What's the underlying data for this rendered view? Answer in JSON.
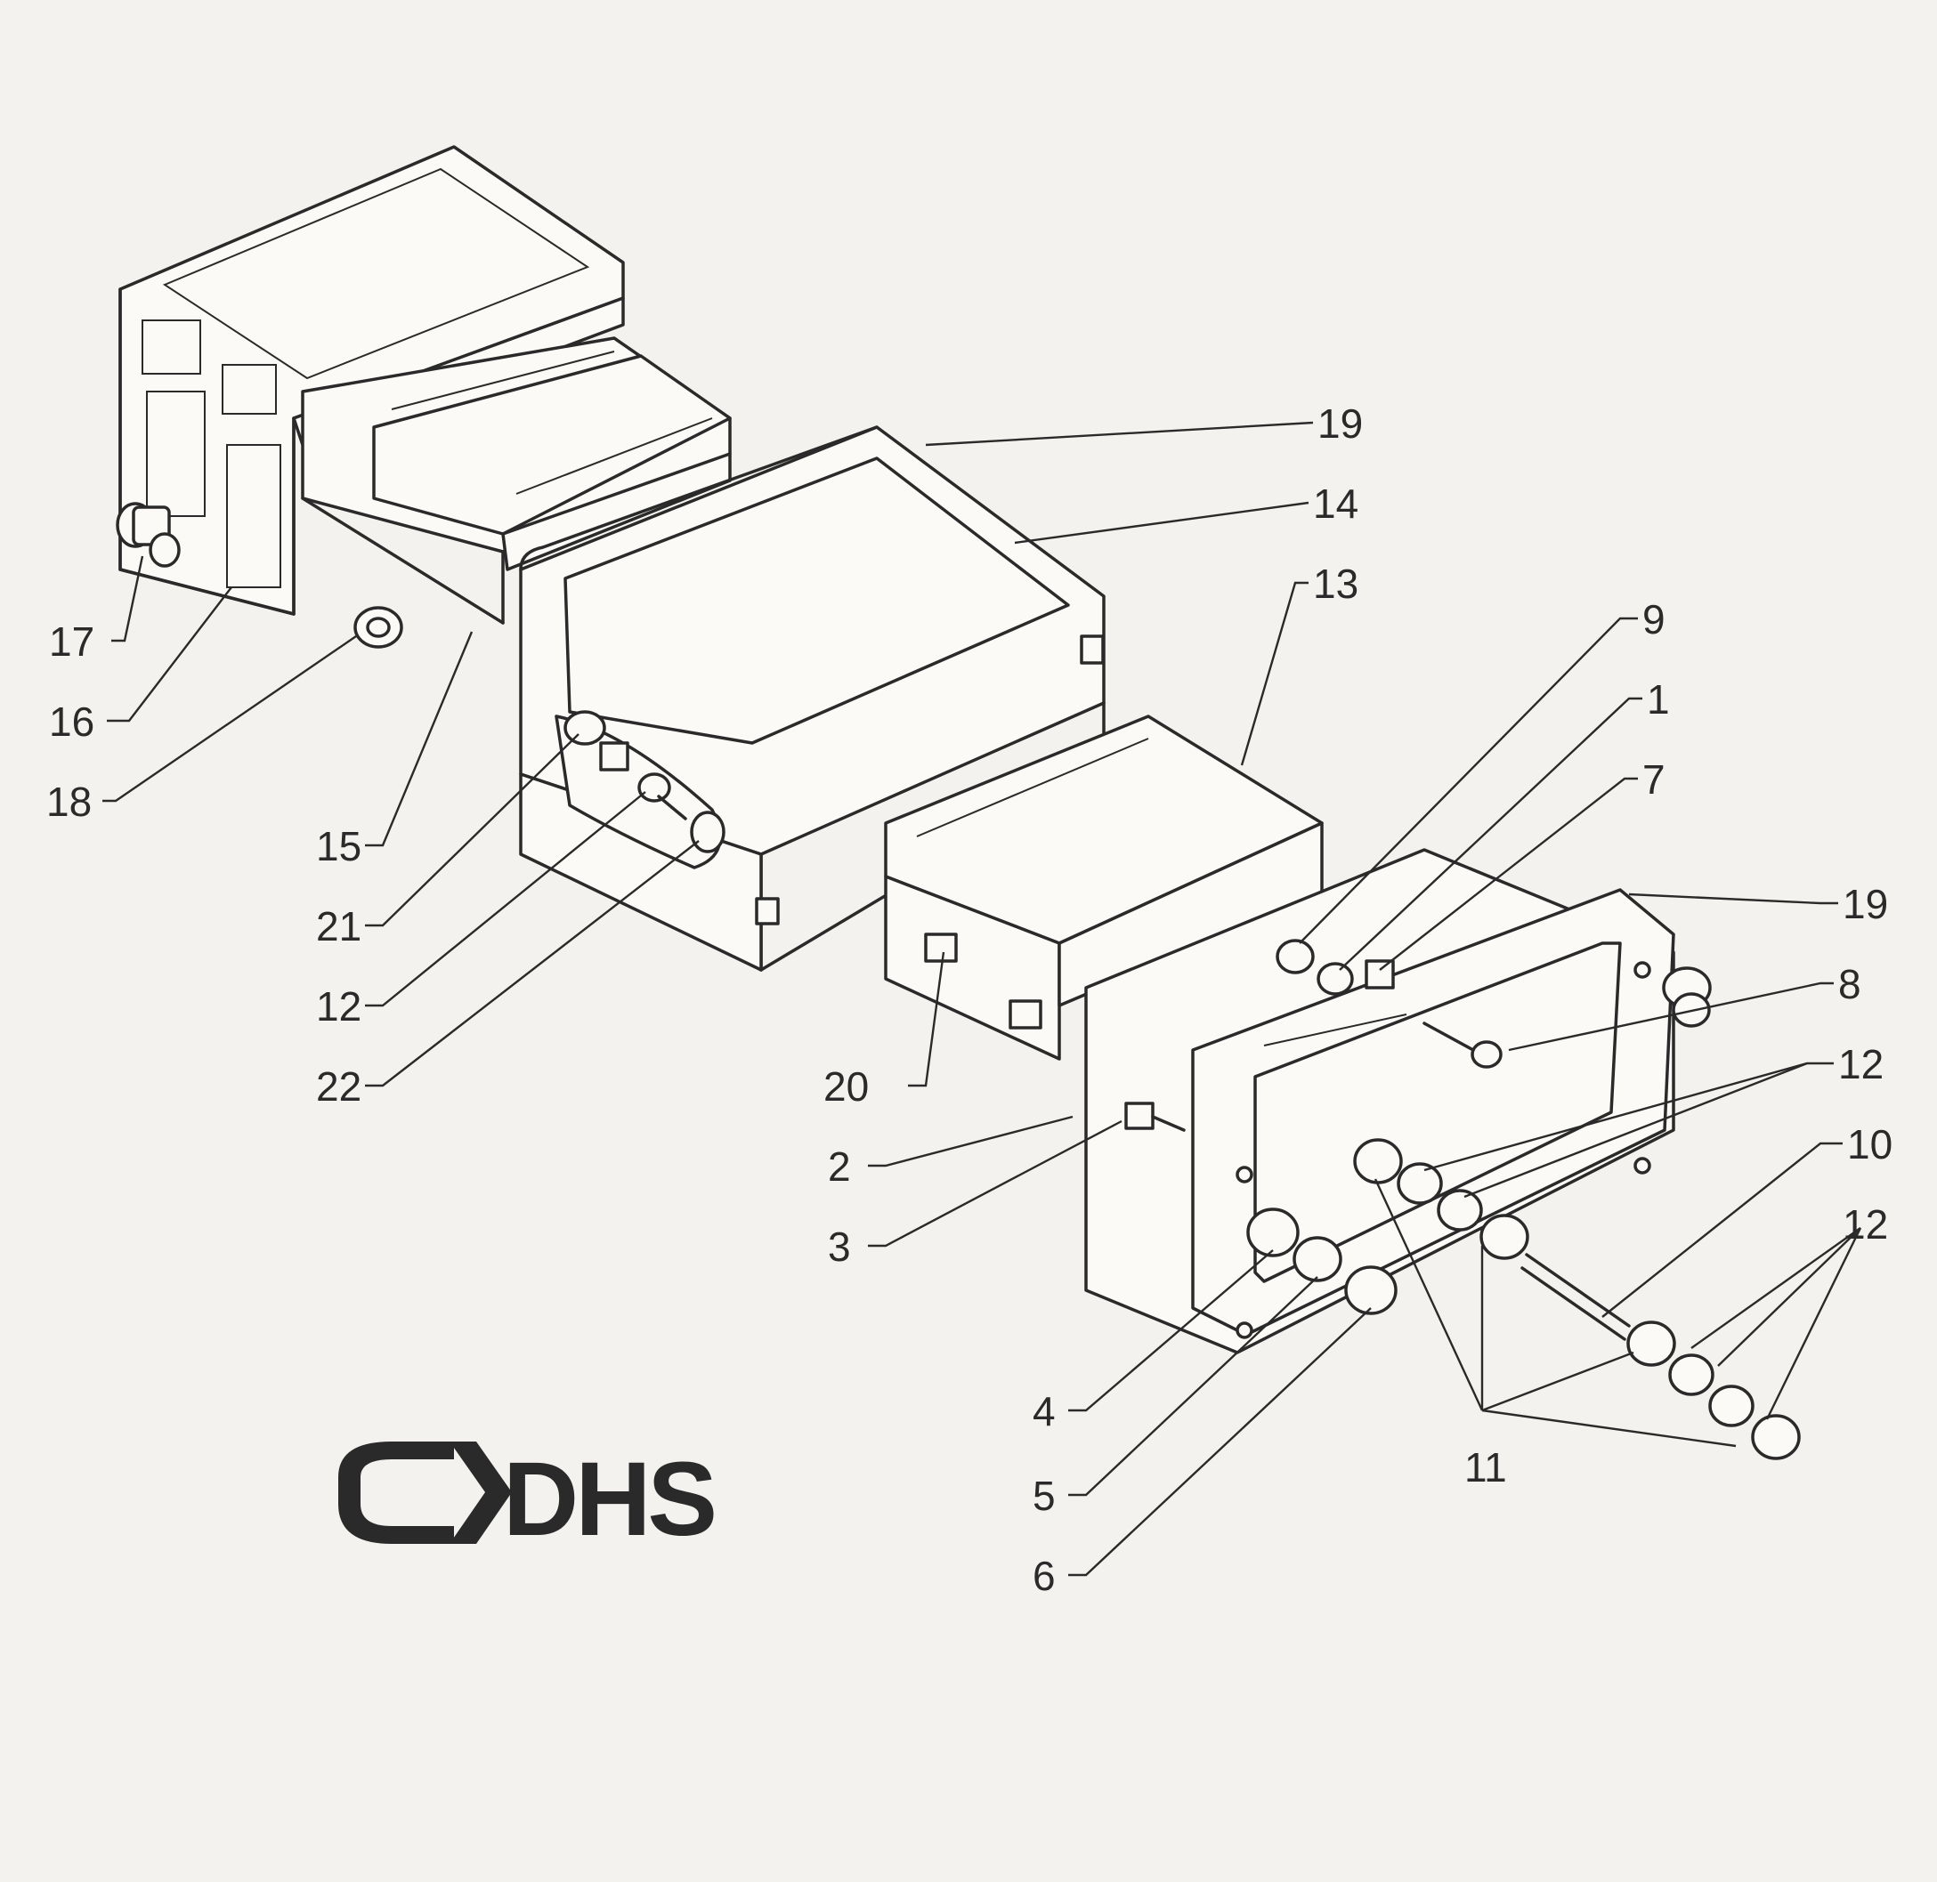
{
  "logo": {
    "text": "DHS"
  },
  "callouts": [
    {
      "id": "c-17a",
      "label": "17"
    },
    {
      "id": "c-16",
      "label": "16"
    },
    {
      "id": "c-18",
      "label": "18"
    },
    {
      "id": "c-15",
      "label": "15"
    },
    {
      "id": "c-21",
      "label": "21"
    },
    {
      "id": "c-12a",
      "label": "12"
    },
    {
      "id": "c-22",
      "label": "22"
    },
    {
      "id": "c-19a",
      "label": "19"
    },
    {
      "id": "c-14",
      "label": "14"
    },
    {
      "id": "c-13",
      "label": "13"
    },
    {
      "id": "c-9",
      "label": "9"
    },
    {
      "id": "c-1",
      "label": "1"
    },
    {
      "id": "c-7",
      "label": "7"
    },
    {
      "id": "c-19b",
      "label": "19"
    },
    {
      "id": "c-8",
      "label": "8"
    },
    {
      "id": "c-12b",
      "label": "12"
    },
    {
      "id": "c-10",
      "label": "10"
    },
    {
      "id": "c-12c",
      "label": "12"
    },
    {
      "id": "c-20",
      "label": "20"
    },
    {
      "id": "c-2",
      "label": "2"
    },
    {
      "id": "c-3",
      "label": "3"
    },
    {
      "id": "c-4",
      "label": "4"
    },
    {
      "id": "c-5",
      "label": "5"
    },
    {
      "id": "c-6",
      "label": "6"
    },
    {
      "id": "c-11",
      "label": "11"
    }
  ]
}
